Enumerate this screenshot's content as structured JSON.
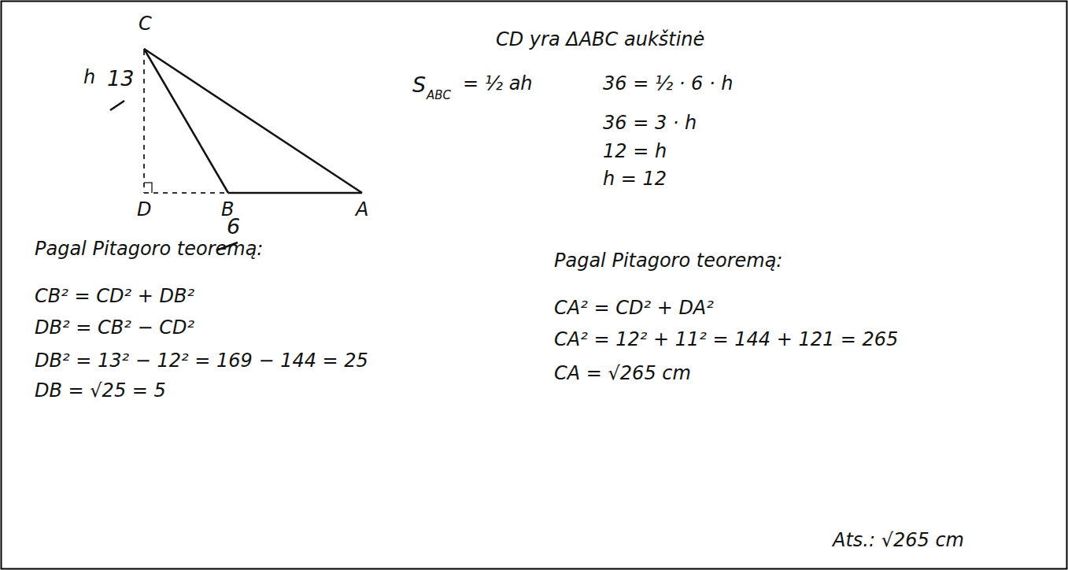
{
  "diagram": {
    "labels": [
      "C",
      "h",
      "13",
      "D",
      "B",
      "6",
      "A",
      "CD yra ΔABC aukštinė",
      "S",
      "ABC",
      "= ½ ah",
      "36 = ½ · 6 · h",
      "36 = 3 · h",
      "12 = h",
      "h = 12",
      "Pagal Pitagoro teoremą:",
      "CB² = CD² + DB²",
      "DB² = CB² − CD²",
      "DB² = 13² − 12² = 169 − 144 = 25",
      "DB = √25 = 5",
      "Pagal Pitagoro teoremą:",
      "CA² = CD² + DA²",
      "CA² = 12² + 11² = 144 + 121 = 265",
      "CA = √265 cm",
      "Ats.: √265 cm"
    ]
  }
}
